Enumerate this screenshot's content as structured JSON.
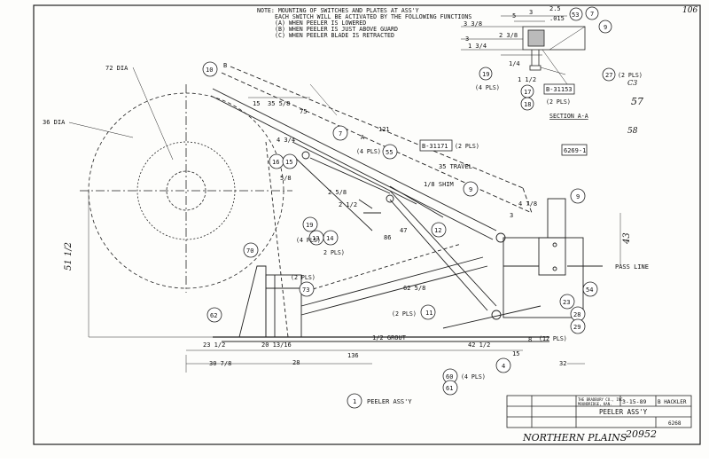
{
  "sheet_number": "106",
  "note_lines": [
    "NOTE: MOUNTING OF SWITCHES AND PLATES AT ASS'Y",
    "EACH SWITCH WILL BE ACTIVATED BY THE FOLLOWING FUNCTIONS",
    "(A) WHEN PEELER IS LOWERED",
    "(B) WHEN PEELER IS JUST ABOVE GUARD",
    "(C) WHEN PEELER BLADE IS RETRACTED"
  ],
  "section_dims": [
    "3",
    "2.5",
    ".015",
    "2 3/8",
    "3 3/8",
    "1 3/4",
    "1/4",
    "1 1/2",
    "3",
    "5"
  ],
  "section_balloons": [
    "53",
    "7",
    "9",
    "19",
    "17",
    "18",
    "B-31153",
    "27"
  ],
  "section_callouts": [
    "(4 PLS)",
    "(2 PLS)",
    "(2 PLS)"
  ],
  "section_title": "SECTION A-A",
  "margin_notes": [
    "57",
    "58",
    "C3"
  ],
  "main_dims": [
    "72 DIA",
    "36 DIA",
    "15",
    "35 5/8",
    "75",
    "121",
    "4 3/4",
    "5/8",
    "35 TRAVEL",
    "1/8 SHIM",
    "2 5/8",
    "2 1/2",
    "4 7/8",
    "86",
    "47",
    "62 5/8",
    "23 1/2",
    "20 13/16",
    "28",
    "42 1/2",
    "15",
    "30 7/8",
    "136",
    "32",
    "1/2 GROUT",
    "51 1/2",
    "43",
    "8",
    "3"
  ],
  "pass_line": "PASS LINE",
  "balloons": {
    "b10": "10",
    "b7": "7",
    "b16": "16",
    "b15": "15",
    "b31171": "B-31171",
    "b55": "55",
    "b9": "9",
    "b6269": "6269-1",
    "b9b": "9",
    "b19": "19",
    "b13": "13",
    "b14": "14",
    "b12": "12",
    "b70": "70",
    "b73": "73",
    "b62": "62",
    "b11": "11",
    "b23": "23",
    "b28": "28",
    "b29": "29",
    "b54": "54",
    "b60": "60",
    "b61": "61",
    "b4": "4",
    "b1": "1"
  },
  "callouts": {
    "c_2pls_a": "(2 PLS)",
    "c_4pls_a": "(4 PLS)",
    "c_4pls_b": "(4 PLS)",
    "c_2pls_b": "2 PLS)",
    "c_2pls_c": "(2 PLS)",
    "c_2pls_d": "(2 PLS)",
    "c_12pls": "(12 PLS)",
    "c_4pls_c": "(4 PLS)",
    "c_A": "A",
    "c_B": "B"
  },
  "view_title": "PEELER ASS'Y",
  "title_block": {
    "company": "THE BRADBURY CO., INC.",
    "city": "MOUNDRIDGE, KAN.",
    "date": "3-15-89",
    "drawn_by": "B HACKLER",
    "title": "PEELER ASS'Y",
    "dwg_no": "6268"
  },
  "handwritten_customer": "NORTHERN PLAINS",
  "handwritten_number": "20952"
}
